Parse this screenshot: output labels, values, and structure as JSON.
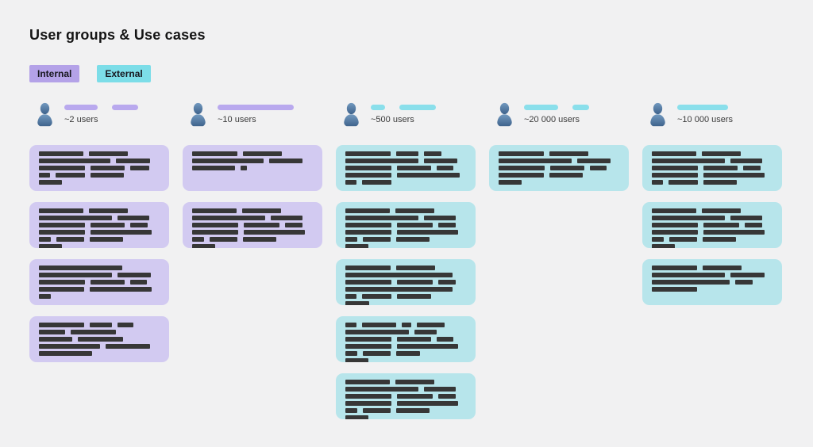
{
  "title": "User groups & Use cases",
  "legend": [
    {
      "label": "Internal",
      "color": "#b4a2e8"
    },
    {
      "label": "External",
      "color": "#7cdde8"
    }
  ],
  "colors": {
    "background": "#f1f1f2",
    "internal": "#b4a2e8",
    "external": "#7cdde8",
    "internal_card": "#d2caf1",
    "external_card": "#b7e5eb",
    "internal_hbar": "#b9a9ee",
    "external_hbar": "#8adfeb",
    "bar": "#373737",
    "icon_top": "#7299bf",
    "icon_bottom": "#3f638c"
  },
  "columns": [
    {
      "id": "internal-2-users",
      "type": "internal",
      "users_label": "~2 users",
      "header_bars": [
        42,
        33
      ],
      "cards": [
        {
          "lines": [
            [
              56,
              49
            ],
            [
              90,
              43
            ],
            [
              58,
              43,
              24
            ],
            [
              14,
              37,
              42
            ],
            [
              29
            ]
          ]
        },
        {
          "lines": [
            [
              56,
              49
            ],
            [
              92,
              40
            ],
            [
              58,
              43,
              22
            ],
            [
              58,
              77
            ],
            [
              15,
              35,
              42
            ],
            [
              29
            ]
          ]
        },
        {
          "lines": [
            [
              105
            ],
            [
              92,
              42
            ],
            [
              58,
              43,
              21
            ],
            [
              57,
              78
            ],
            [
              15
            ]
          ]
        },
        {
          "lines": [
            [
              57,
              28,
              20
            ],
            [
              33,
              57
            ],
            [
              42,
              57
            ],
            [
              77,
              56
            ],
            [
              67
            ]
          ]
        }
      ]
    },
    {
      "id": "internal-10-users",
      "type": "internal",
      "users_label": "~10 users",
      "header_bars": [
        96
      ],
      "cards": [
        {
          "lines": [
            [
              57,
              49
            ],
            [
              90,
              42
            ],
            [
              54,
              8
            ]
          ]
        },
        {
          "lines": [
            [
              56,
              49
            ],
            [
              92,
              40
            ],
            [
              58,
              45,
              22
            ],
            [
              58,
              77
            ],
            [
              15,
              35,
              42
            ],
            [
              29
            ]
          ]
        }
      ]
    },
    {
      "id": "external-500-users",
      "type": "external",
      "users_label": "~500 users",
      "header_bars": [
        18,
        46
      ],
      "cards": [
        {
          "lines": [
            [
              57,
              28,
              22
            ],
            [
              92,
              42
            ],
            [
              58,
              43,
              21
            ],
            [
              58,
              79
            ],
            [
              14,
              37
            ]
          ]
        },
        {
          "lines": [
            [
              56,
              49
            ],
            [
              92,
              40
            ],
            [
              58,
              45,
              22
            ],
            [
              58,
              77
            ],
            [
              15,
              35,
              42
            ],
            [
              29
            ]
          ]
        },
        {
          "lines": [
            [
              57,
              49
            ],
            [
              135
            ],
            [
              58,
              45,
              22
            ],
            [
              135
            ],
            [
              14,
              37,
              43
            ],
            [
              30
            ]
          ]
        },
        {
          "lines": [
            [
              14,
              43,
              12,
              35
            ],
            [
              80,
              28
            ],
            [
              58,
              43,
              21
            ],
            [
              58,
              77
            ],
            [
              15,
              35,
              30
            ],
            [
              29
            ]
          ]
        },
        {
          "lines": [
            [
              56,
              49
            ],
            [
              92,
              40
            ],
            [
              58,
              45,
              22
            ],
            [
              58,
              77
            ],
            [
              15,
              35,
              42
            ],
            [
              29
            ]
          ]
        }
      ]
    },
    {
      "id": "external-20000-users",
      "type": "external",
      "users_label": "~20 000 users",
      "header_bars": [
        43,
        21
      ],
      "cards": [
        {
          "lines": [
            [
              57,
              49
            ],
            [
              92,
              42
            ],
            [
              58,
              43,
              21
            ],
            [
              57,
              42
            ],
            [
              29
            ]
          ]
        }
      ]
    },
    {
      "id": "external-10000-users",
      "type": "external",
      "users_label": "~10 000 users",
      "header_bars": [
        64
      ],
      "cards": [
        {
          "lines": [
            [
              56,
              49
            ],
            [
              92,
              40
            ],
            [
              58,
              43,
              22
            ],
            [
              58,
              77
            ],
            [
              14,
              37,
              42
            ]
          ]
        },
        {
          "lines": [
            [
              56,
              49
            ],
            [
              92,
              40
            ],
            [
              58,
              45,
              22
            ],
            [
              58,
              77
            ],
            [
              15,
              35,
              42
            ],
            [
              29
            ]
          ]
        },
        {
          "lines": [
            [
              57,
              49
            ],
            [
              92,
              43
            ],
            [
              98,
              22
            ],
            [
              57
            ]
          ]
        }
      ]
    }
  ]
}
